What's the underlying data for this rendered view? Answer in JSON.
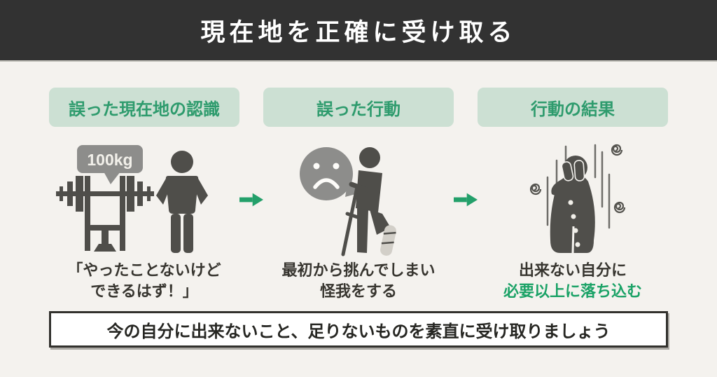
{
  "header": {
    "title": "現在地を正確に受け取る"
  },
  "columns": [
    {
      "label": "誤った現在地の認識",
      "icon": "barbell-rack-and-confident-person",
      "bubble_text": "100kg",
      "caption_lines": [
        "「やったことないけど",
        "できるはず！」"
      ]
    },
    {
      "label": "誤った行動",
      "icon": "sad-bubble-and-injured-person-with-crutch",
      "caption_lines": [
        "最初から挑んでしまい",
        "怪我をする"
      ]
    },
    {
      "label": "行動の結果",
      "icon": "depressed-person-with-gloom-lines",
      "caption_lines": [
        "出来ない自分に",
        "必要以上に落ち込む"
      ],
      "highlight_line_index": 1
    }
  ],
  "arrows": {
    "icon": "right-arrow",
    "count": 2
  },
  "note": {
    "text": "今の自分に出来ないこと、足りないものを素直に受け取りましょう"
  },
  "colors": {
    "header_bg": "#323232",
    "header_text": "#ffffff",
    "page_bg": "#f4f2ee",
    "chip_bg": "#cce0d3",
    "chip_text": "#2e9b6d",
    "accent_green": "#23a06a",
    "highlight_text": "#1aa266",
    "caption_text": "#37352f",
    "icon_gray": "#4f4e4a",
    "bubble_gray": "#8d8d8b",
    "note_border": "#32312d",
    "note_bg": "#ffffff"
  }
}
